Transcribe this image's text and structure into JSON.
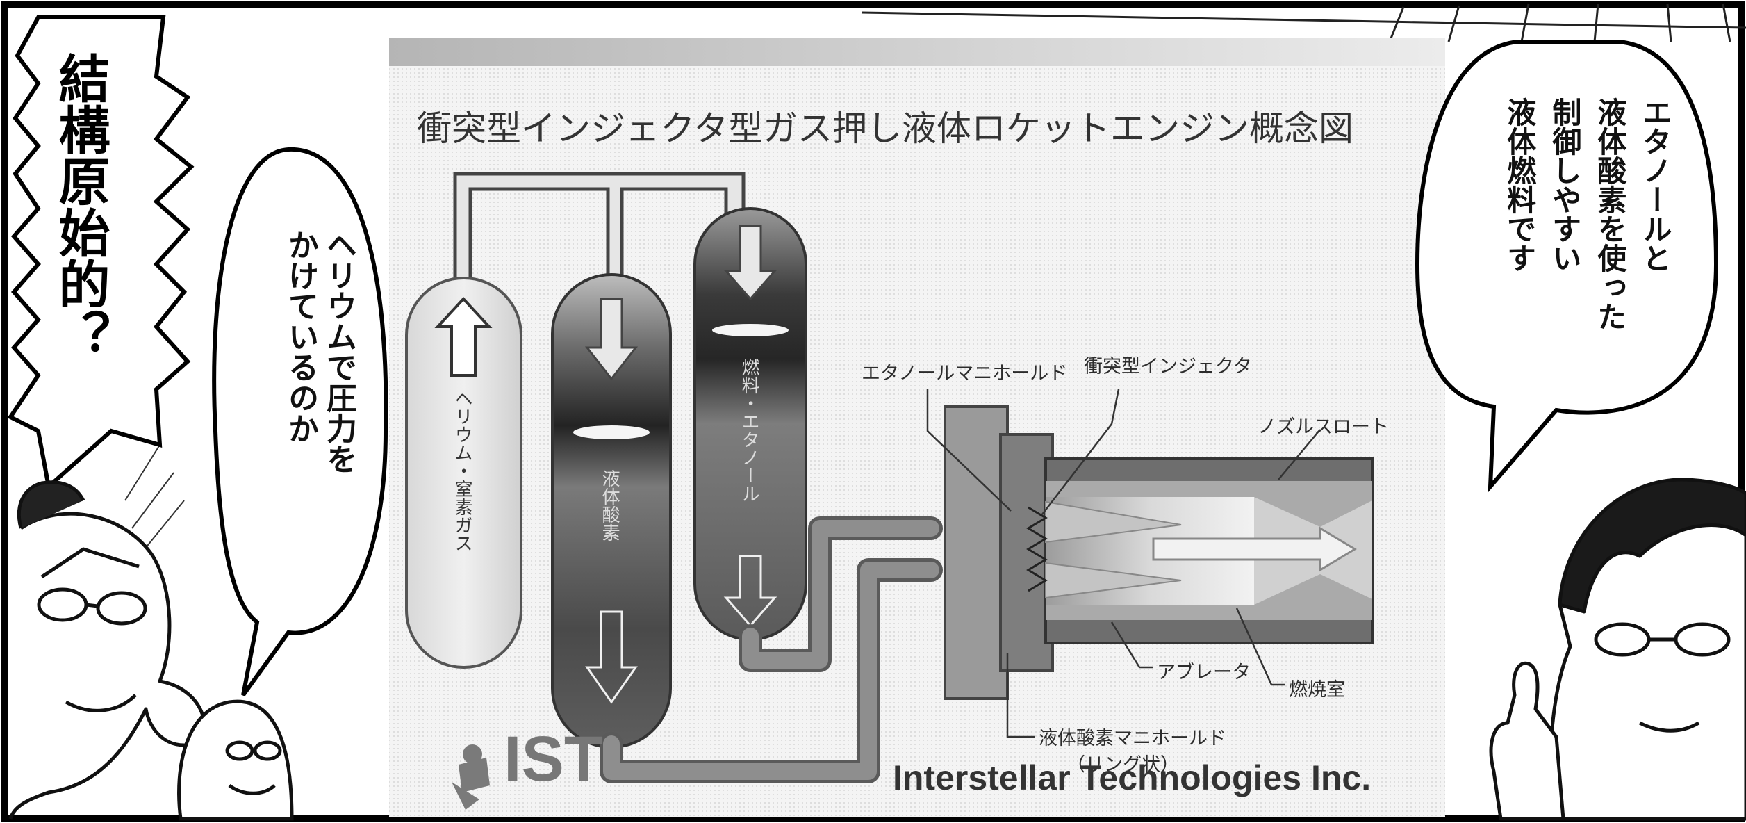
{
  "shout": {
    "text": "結構原始的？"
  },
  "left_bubble": {
    "lines": [
      "ヘリウムで圧力を",
      "かけているのか"
    ]
  },
  "right_bubble": {
    "lines": [
      "エタノールと",
      "液体酸素を使った",
      "制御しやすい",
      "液体燃料です"
    ]
  },
  "diagram": {
    "title": "衝突型インジェクタ型ガス押し液体ロケットエンジン概念図",
    "tank_helium": "ヘリウム・窒素ガス",
    "tank_lox": "液体酸素",
    "tank_fuel": "燃料・エタノール",
    "label_ethanol_manifold": "エタノールマニホールド",
    "label_injector": "衝突型インジェクタ",
    "label_nozzle_throat": "ノズルスロート",
    "label_ablator": "アブレータ",
    "label_combustion_chamber": "燃焼室",
    "label_lox_manifold_1": "液体酸素マニホールド",
    "label_lox_manifold_2": "（リング状）",
    "logo_text": "IST",
    "company": "Interstellar Technologies Inc."
  }
}
